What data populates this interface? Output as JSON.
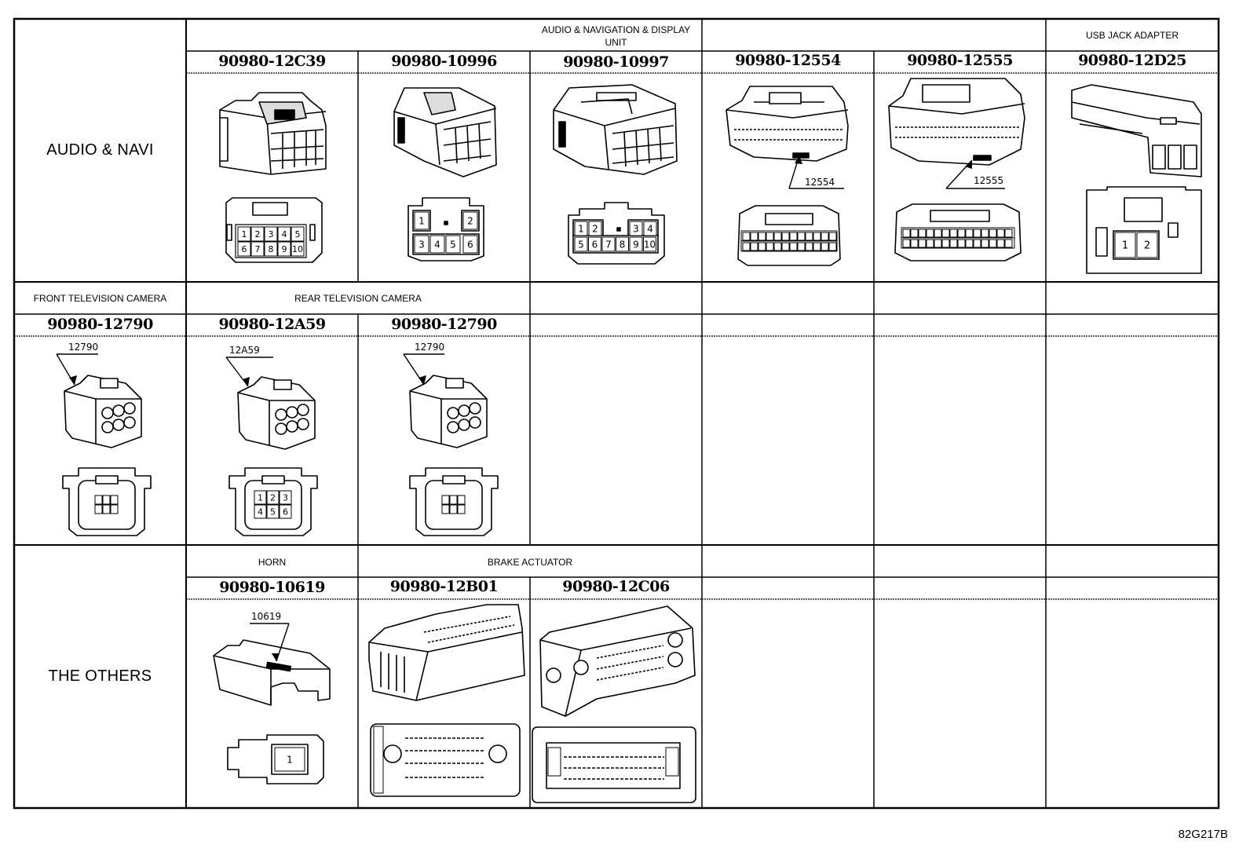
{
  "diagram_code": "82G217B",
  "sections": {
    "audio_navi": "AUDIO & NAVI",
    "the_others": "THE OTHERS"
  },
  "groups": {
    "audio_nav_display": [
      "AUDIO & NAVIGATION & DISPLAY",
      "UNIT"
    ],
    "usb_jack_adapter": "USB JACK ADAPTER",
    "front_tv_camera": "FRONT TELEVISION CAMERA",
    "rear_tv_camera": "REAR TELEVISION CAMERA",
    "horn": "HORN",
    "brake_actuator": "BRAKE ACTUATOR"
  },
  "row1_parts": [
    "90980-12C39",
    "90980-10996",
    "90980-10997",
    "90980-12554",
    "90980-12555",
    "90980-12D25"
  ],
  "row2_parts": [
    "90980-12790",
    "90980-12A59",
    "90980-12790"
  ],
  "row3_parts": [
    "90980-10619",
    "90980-12B01",
    "90980-12C06"
  ],
  "callouts": {
    "c12554": "12554",
    "c12555": "12555",
    "c12790a": "12790",
    "c12a59": "12A59",
    "c12790b": "12790",
    "c10619": "10619"
  },
  "pin_faces": {
    "p12c39": [
      [
        "1",
        "2",
        "3",
        "4",
        "5"
      ],
      [
        "6",
        "7",
        "8",
        "9",
        "10"
      ]
    ],
    "p10996": [
      "1",
      "2",
      "3",
      "4",
      "5",
      "6"
    ],
    "p10997": [
      [
        "1",
        "2",
        "3",
        "4"
      ],
      [
        "5",
        "6",
        "7",
        "8",
        "9",
        "10"
      ]
    ],
    "p12d25": [
      "1",
      "2"
    ],
    "p12a59": [
      [
        "1",
        "2",
        "3"
      ],
      [
        "4",
        "5",
        "6"
      ]
    ],
    "p10619": [
      "1"
    ]
  }
}
